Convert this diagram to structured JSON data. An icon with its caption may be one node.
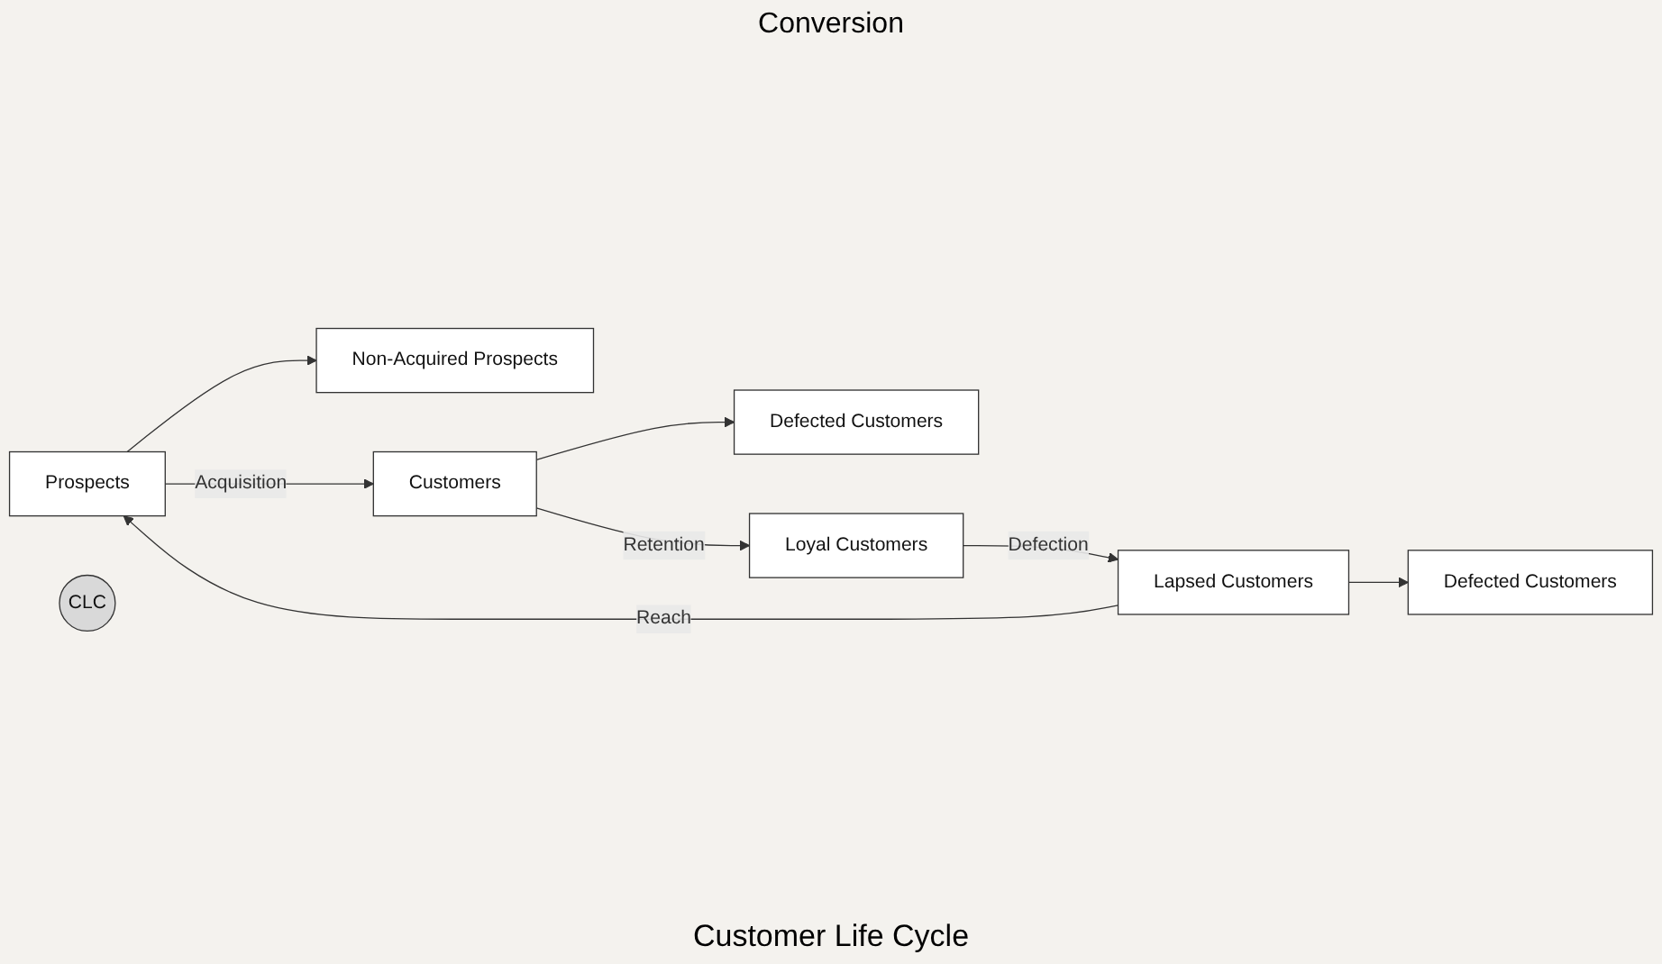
{
  "diagram": {
    "caption": "Customer Life Cycle",
    "nodes": [
      {
        "text": [
          "Non-Acquired Prospects"
        ]
      },
      {
        "text": [
          "Prospects"
        ]
      },
      {
        "text": [
          "Customers"
        ]
      },
      {
        "text": [
          "Defected Customers"
        ]
      },
      {
        "text": [
          "Loyal Customers"
        ]
      },
      {
        "text": [
          "Lapsed Customers"
        ]
      },
      {
        "text": [
          "Defected Customers"
        ]
      },
      {
        "text": [
          "CLC"
        ]
      }
    ],
    "edges": [
      {
        "from": 1,
        "to": 0,
        "arrow": "to"
      },
      {
        "from": 1,
        "to": 2,
        "arrow": "to",
        "label": "Acquisition"
      },
      {
        "from": 2,
        "to": 3,
        "arrow": "to"
      },
      {
        "from": 2,
        "to": 4,
        "arrow": "to",
        "label": "Retention"
      },
      {
        "from": 4,
        "to": 5,
        "arrow": "to",
        "label": "Defection"
      },
      {
        "from": 5,
        "to": 6,
        "arrow": "to"
      },
      {
        "from": 5,
        "to": 1,
        "arrow": "to",
        "label": "Reach"
      }
    ],
    "labels": [
      "Conversion"
    ]
  }
}
